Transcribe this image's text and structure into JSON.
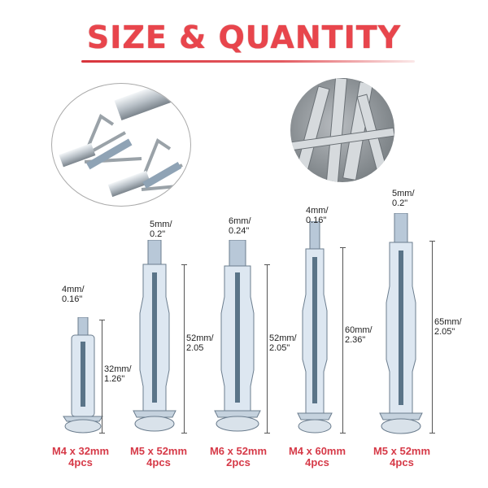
{
  "header": {
    "title": "SIZE & QUANTITY"
  },
  "colors": {
    "title_red": "#e8454c",
    "caption_red": "#d63a48",
    "metal_light": "#dfe8f2",
    "metal_dark": "#7f8a96"
  },
  "insets": [
    {
      "name": "expanded-anchor-closeup",
      "description": "two hollow wall anchors with expanded legs"
    },
    {
      "name": "anchor-pile-closeup",
      "description": "pile of metal anchors"
    }
  ],
  "anchors": [
    {
      "thread_width": "4mm/",
      "thread_width_in": "0.16\"",
      "length": "32mm/",
      "length_in": "1.26\"",
      "size": "M4 x 32mm",
      "qty": "4pcs"
    },
    {
      "thread_width": "5mm/",
      "thread_width_in": "0.2\"",
      "length": "52mm/",
      "length_in": "2.05",
      "size": "M5 x 52mm",
      "qty": "4pcs"
    },
    {
      "thread_width": "6mm/",
      "thread_width_in": "0.24\"",
      "length": "52mm/",
      "length_in": "2.05\"",
      "size": "M6 x 52mm",
      "qty": "2pcs"
    },
    {
      "thread_width": "4mm/",
      "thread_width_in": "0.16\"",
      "length": "60mm/",
      "length_in": "2.36\"",
      "size": "M4 x 60mm",
      "qty": "4pcs"
    },
    {
      "thread_width": "5mm/",
      "thread_width_in": "0.2\"",
      "length": "65mm/",
      "length_in": "2.05\"",
      "size": "M5 x 52mm",
      "qty": "4pcs"
    }
  ]
}
